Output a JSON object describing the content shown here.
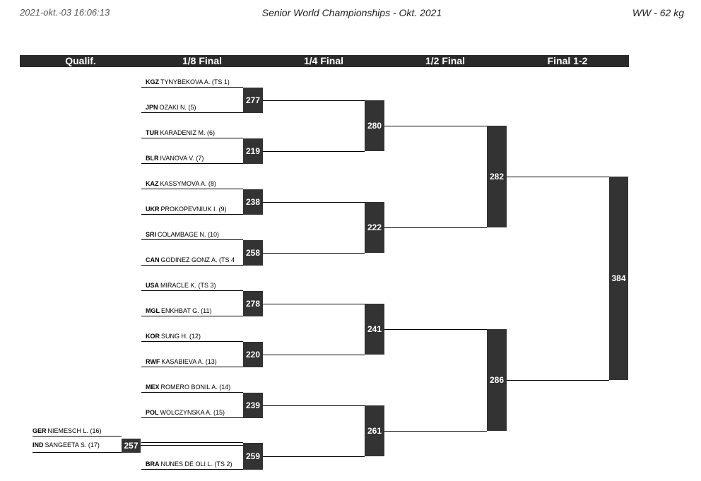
{
  "header": {
    "date": "2021-okt.-03 16:06:13",
    "title": "Senior World Championships - Okt. 2021",
    "category": "WW - 62 kg"
  },
  "rounds": [
    "Qualif.",
    "1/8 Final",
    "1/4 Final",
    "1/2 Final",
    "Final 1-2"
  ],
  "athletes": [
    {
      "cc": "KGZ",
      "name": "TYNYBEKOVA A. (TS 1)"
    },
    {
      "cc": "JPN",
      "name": "OZAKI N. (5)"
    },
    {
      "cc": "TUR",
      "name": "KARADENIZ M. (6)"
    },
    {
      "cc": "BLR",
      "name": "IVANOVA V. (7)"
    },
    {
      "cc": "KAZ",
      "name": "KASSYMOVA A. (8)"
    },
    {
      "cc": "UKR",
      "name": "PROKOPEVNIUK I. (9)"
    },
    {
      "cc": "SRI",
      "name": "COLAMBAGE N. (10)"
    },
    {
      "cc": "CAN",
      "name": "GODINEZ GONZ A. (TS 4"
    },
    {
      "cc": "USA",
      "name": "MIRACLE K. (TS 3)"
    },
    {
      "cc": "MGL",
      "name": "ENKHBAT G. (11)"
    },
    {
      "cc": "KOR",
      "name": "SUNG H. (12)"
    },
    {
      "cc": "RWF",
      "name": "KASABIEVA A. (13)"
    },
    {
      "cc": "MEX",
      "name": "ROMERO BONIL A. (14)"
    },
    {
      "cc": "POL",
      "name": "WOLCZYNSKA A. (15)"
    },
    {
      "cc": "BRA",
      "name": "NUNES DE OLI L. (TS 2)"
    }
  ],
  "qualif": [
    {
      "cc": "GER",
      "name": "NIEMESCH L. (16)"
    },
    {
      "cc": "IND",
      "name": "SANGEETA S. (17)"
    }
  ],
  "matches": {
    "qualif": "257",
    "r16": [
      "277",
      "219",
      "238",
      "258",
      "278",
      "220",
      "239",
      "259"
    ],
    "qf": [
      "280",
      "222",
      "241",
      "261"
    ],
    "sf": [
      "282",
      "286"
    ],
    "final": "384"
  }
}
